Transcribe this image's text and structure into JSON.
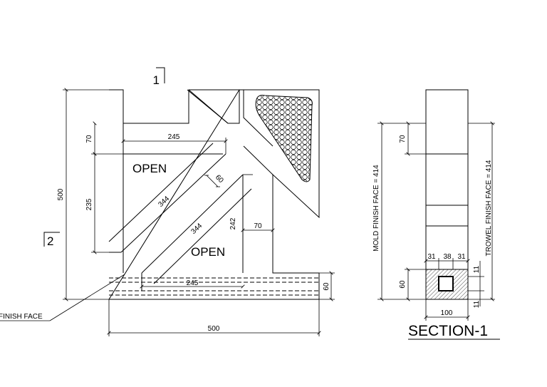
{
  "plan": {
    "section_marker_1": "1",
    "section_marker_2": "2",
    "open_label_top": "OPEN",
    "open_label_bottom": "OPEN",
    "dim_total_height": "500",
    "dim_total_width": "500",
    "dim_top_opening_width": "245",
    "dim_bottom_opening_width": "245",
    "dim_top_offset": "70",
    "dim_left_opening_height": "235",
    "dim_right_opening_height": "242",
    "dim_diagonal_top": "344",
    "dim_diagonal_bottom": "344",
    "dim_diagonal_width": "60",
    "dim_inner_gap": "70",
    "dim_bottom_band": "60",
    "finish_face_label": "FINISH FACE"
  },
  "section": {
    "title": "SECTION-1",
    "mold_face_label": "MOLD FINISH FACE = 414",
    "trowel_face_label": "TROWEL FINISH FACE = 414",
    "dim_top": "70",
    "dim_base_height": "60",
    "dim_width": "100",
    "dim_a": "31",
    "dim_b": "38",
    "dim_c": "31",
    "dim_side_top": "11",
    "dim_side_bottom": "11"
  }
}
